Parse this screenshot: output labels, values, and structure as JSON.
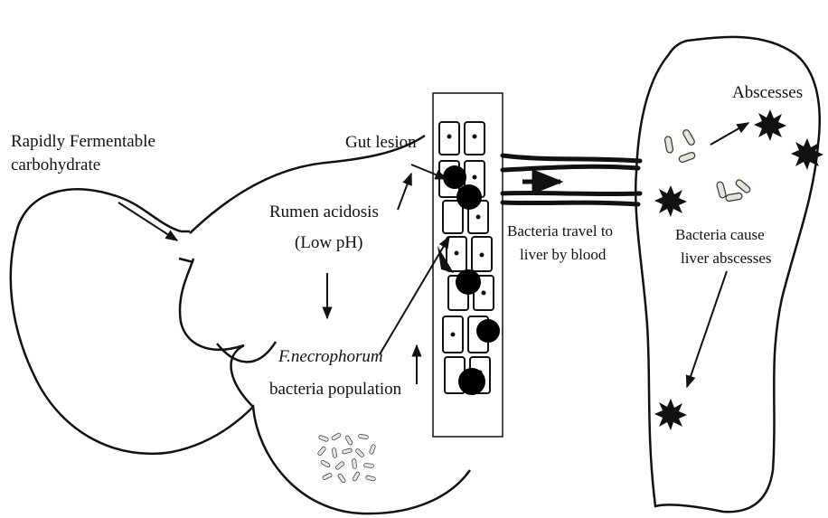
{
  "labels": {
    "carb_line1": "Rapidly Fermentable",
    "carb_line2": "carbohydrate",
    "gut_lesion": "Gut lesion",
    "acidosis_line1": "Rumen acidosis",
    "acidosis_line2": "(Low pH)",
    "necro_species": "F.necrophorum",
    "necro_line2": "bacteria population",
    "travel_line1": "Bacteria travel to",
    "travel_line2": "liver by blood",
    "abscesses": "Abscesses",
    "cause_line1": "Bacteria cause",
    "cause_line2": "liver abscesses"
  },
  "colors": {
    "ink": "#111111",
    "background": "#ffffff",
    "bacteria_fill": "#e8e4dc"
  },
  "icons": [
    "abscess-star-icon",
    "bacteria-rod-icon",
    "bacteria-cluster-icon",
    "epithelial-cell-icon"
  ]
}
